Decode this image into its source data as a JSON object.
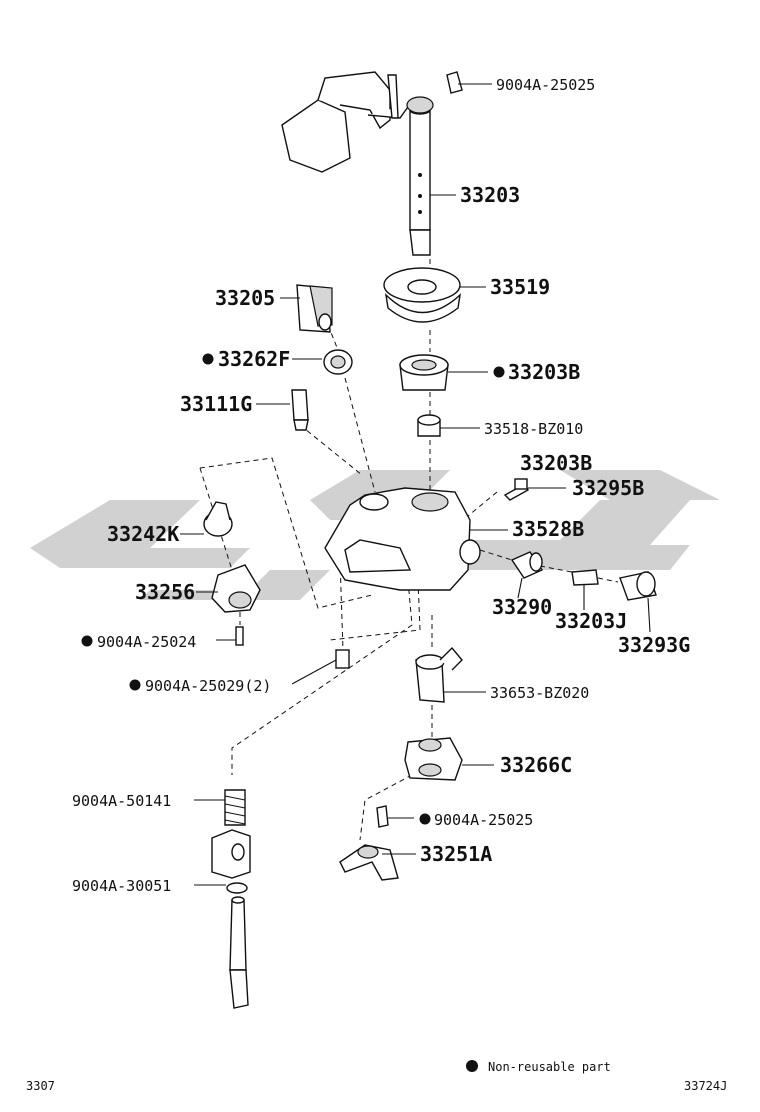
{
  "labels": {
    "p1": "9004A-25025",
    "p2": "33203",
    "p3": "33519",
    "p4": "33205",
    "p5": "33262F",
    "p6": "33203B",
    "p7": "33111G",
    "p8": "33518-BZ010",
    "p9": "33203B",
    "p10": "33295B",
    "p11": "33242K",
    "p12": "33528B",
    "p13": "33256",
    "p14": "33290",
    "p15": "33203J",
    "p16": "33293G",
    "p17": "9004A-25024",
    "p18": "9004A-25029(2)",
    "p19": "33653-BZ020",
    "p20": "33266C",
    "p21": "9004A-50141",
    "p22": "9004A-25025",
    "p23": "33251A",
    "p24": "9004A-30051"
  },
  "legend": {
    "text": "Non-reusable part"
  },
  "footer": {
    "left": "3307",
    "right": "33724J"
  },
  "colors": {
    "ink": "#111111",
    "watermark": "#c9c9c9"
  }
}
